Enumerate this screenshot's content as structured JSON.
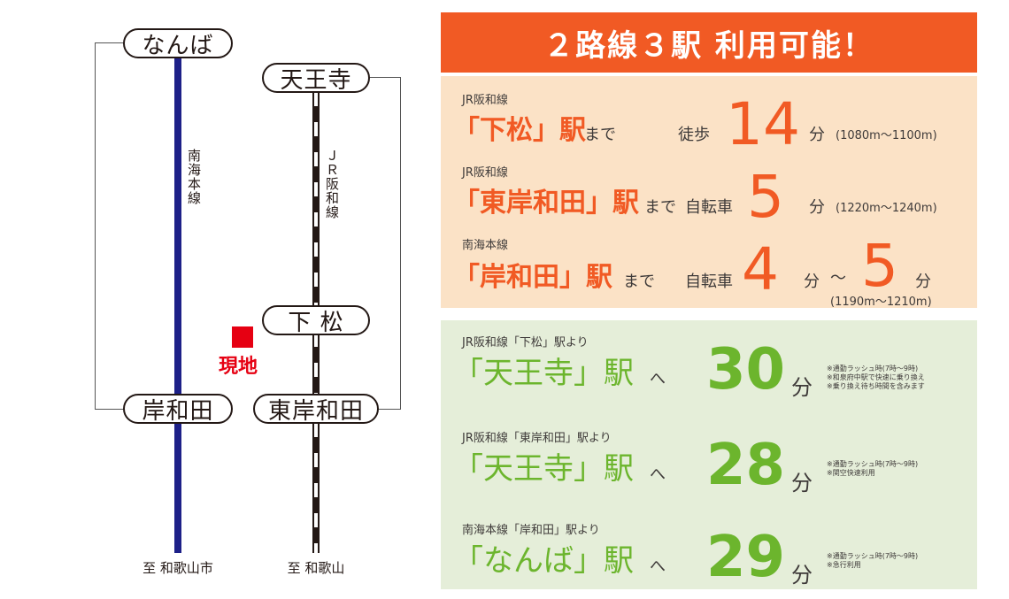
{
  "map": {
    "stations": {
      "namba": "なんば",
      "tennoji": "天王寺",
      "shimomatsu": "下 松",
      "kishiwada": "岸和田",
      "higashi_kishiwada": "東岸和田"
    },
    "lines": {
      "nankai": "南海本線",
      "jr": "ＪＲ阪和線"
    },
    "current_location": "現地",
    "destinations": {
      "nankai": "至 和歌山市",
      "jr": "至 和歌山"
    },
    "colors": {
      "nankai": "#1d2088",
      "marker": "#e60012"
    }
  },
  "header": {
    "title": "２路線３駅  利用可能！",
    "color": "#f15a24"
  },
  "access": [
    {
      "line": "JR阪和線",
      "station": "「下松」駅",
      "made": "まで",
      "mode": "徒歩",
      "time": "14",
      "unit": "分",
      "distance": "(1080m〜1100m)"
    },
    {
      "line": "JR阪和線",
      "station": "「東岸和田」駅",
      "made": "まで",
      "mode": "自転車",
      "time": "5",
      "unit": "分",
      "distance": "(1220m〜1240m)"
    },
    {
      "line": "南海本線",
      "station": "「岸和田」駅",
      "made": "まで",
      "mode": "自転車",
      "time": "4",
      "unit": "分",
      "tilde": "〜",
      "time2": "5",
      "unit2": "分",
      "distance": "(1190m〜1210m)"
    }
  ],
  "commute": [
    {
      "from": "JR阪和線「下松」駅より",
      "dest": "「天王寺」駅",
      "he": "へ",
      "time": "30",
      "unit": "分",
      "notes": [
        "※通勤ラッシュ時(7時〜9時)",
        "※和泉府中駅で快速に乗り換え",
        "※乗り換え待ち時間を含みます"
      ]
    },
    {
      "from": "JR阪和線「東岸和田」駅より",
      "dest": "「天王寺」駅",
      "he": "へ",
      "time": "28",
      "unit": "分",
      "notes": [
        "※通勤ラッシュ時(7時〜9時)",
        "※関空快速利用"
      ]
    },
    {
      "from": "南海本線「岸和田」駅より",
      "dest": "「なんば」駅",
      "he": "へ",
      "time": "29",
      "unit": "分",
      "notes": [
        "※通勤ラッシュ時(7時〜9時)",
        "※急行利用"
      ]
    }
  ],
  "colors": {
    "orange": "#f15a24",
    "peach": "#fbe2c6",
    "green": "#6cb52d",
    "green_bg": "#e5eed9"
  }
}
